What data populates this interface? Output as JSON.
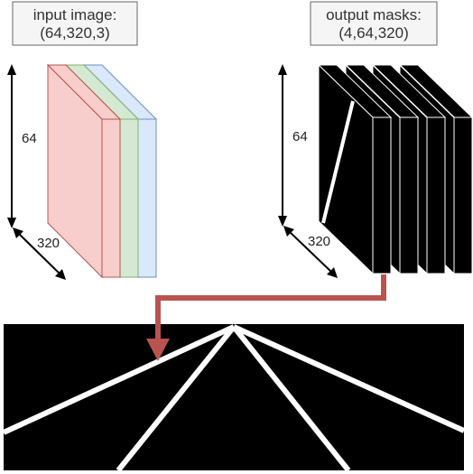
{
  "input_box": {
    "line1": "input image:",
    "line2": "(64,320,3)"
  },
  "output_box": {
    "line1": "output masks:",
    "line2": "(4,64,320)"
  },
  "input_dims": {
    "height": "64",
    "width": "320"
  },
  "output_dims": {
    "height": "64",
    "width": "320"
  },
  "colors": {
    "channel_red": "#f8cecc",
    "channel_red_stroke": "#b85450",
    "channel_green": "#d5e8d4",
    "channel_green_stroke": "#82b366",
    "channel_blue": "#dae8fc",
    "channel_blue_stroke": "#6c8ebf",
    "arrow": "#b85450",
    "mask_bg": "#000000",
    "mask_line": "#ffffff",
    "box_fill": "#f5f5f5",
    "box_stroke": "#666666"
  }
}
